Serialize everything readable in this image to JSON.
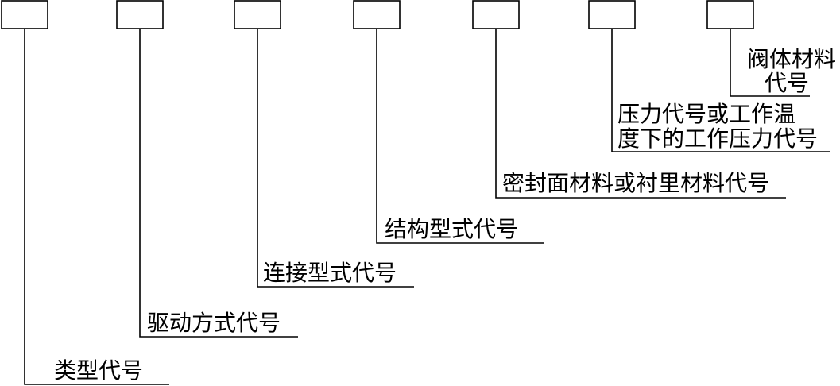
{
  "diagram": {
    "boxes": [
      {
        "id": "type",
        "text": ""
      },
      {
        "id": "drive",
        "text": ""
      },
      {
        "id": "connection",
        "text": ""
      },
      {
        "id": "structure",
        "text": ""
      },
      {
        "id": "sealing",
        "text": ""
      },
      {
        "id": "pressure",
        "text": ""
      },
      {
        "id": "body-material",
        "text": ""
      }
    ],
    "labels": {
      "type": [
        "类型代号"
      ],
      "drive": [
        "驱动方式代号"
      ],
      "connection": [
        "连接型式代号"
      ],
      "structure": [
        "结构型式代号"
      ],
      "sealing": [
        "密封面材料或衬里材料代号"
      ],
      "pressure": [
        "压力代号或工作温",
        "度下的工作压力代号"
      ],
      "body_material": [
        "阀体材料",
        "代号"
      ]
    }
  }
}
